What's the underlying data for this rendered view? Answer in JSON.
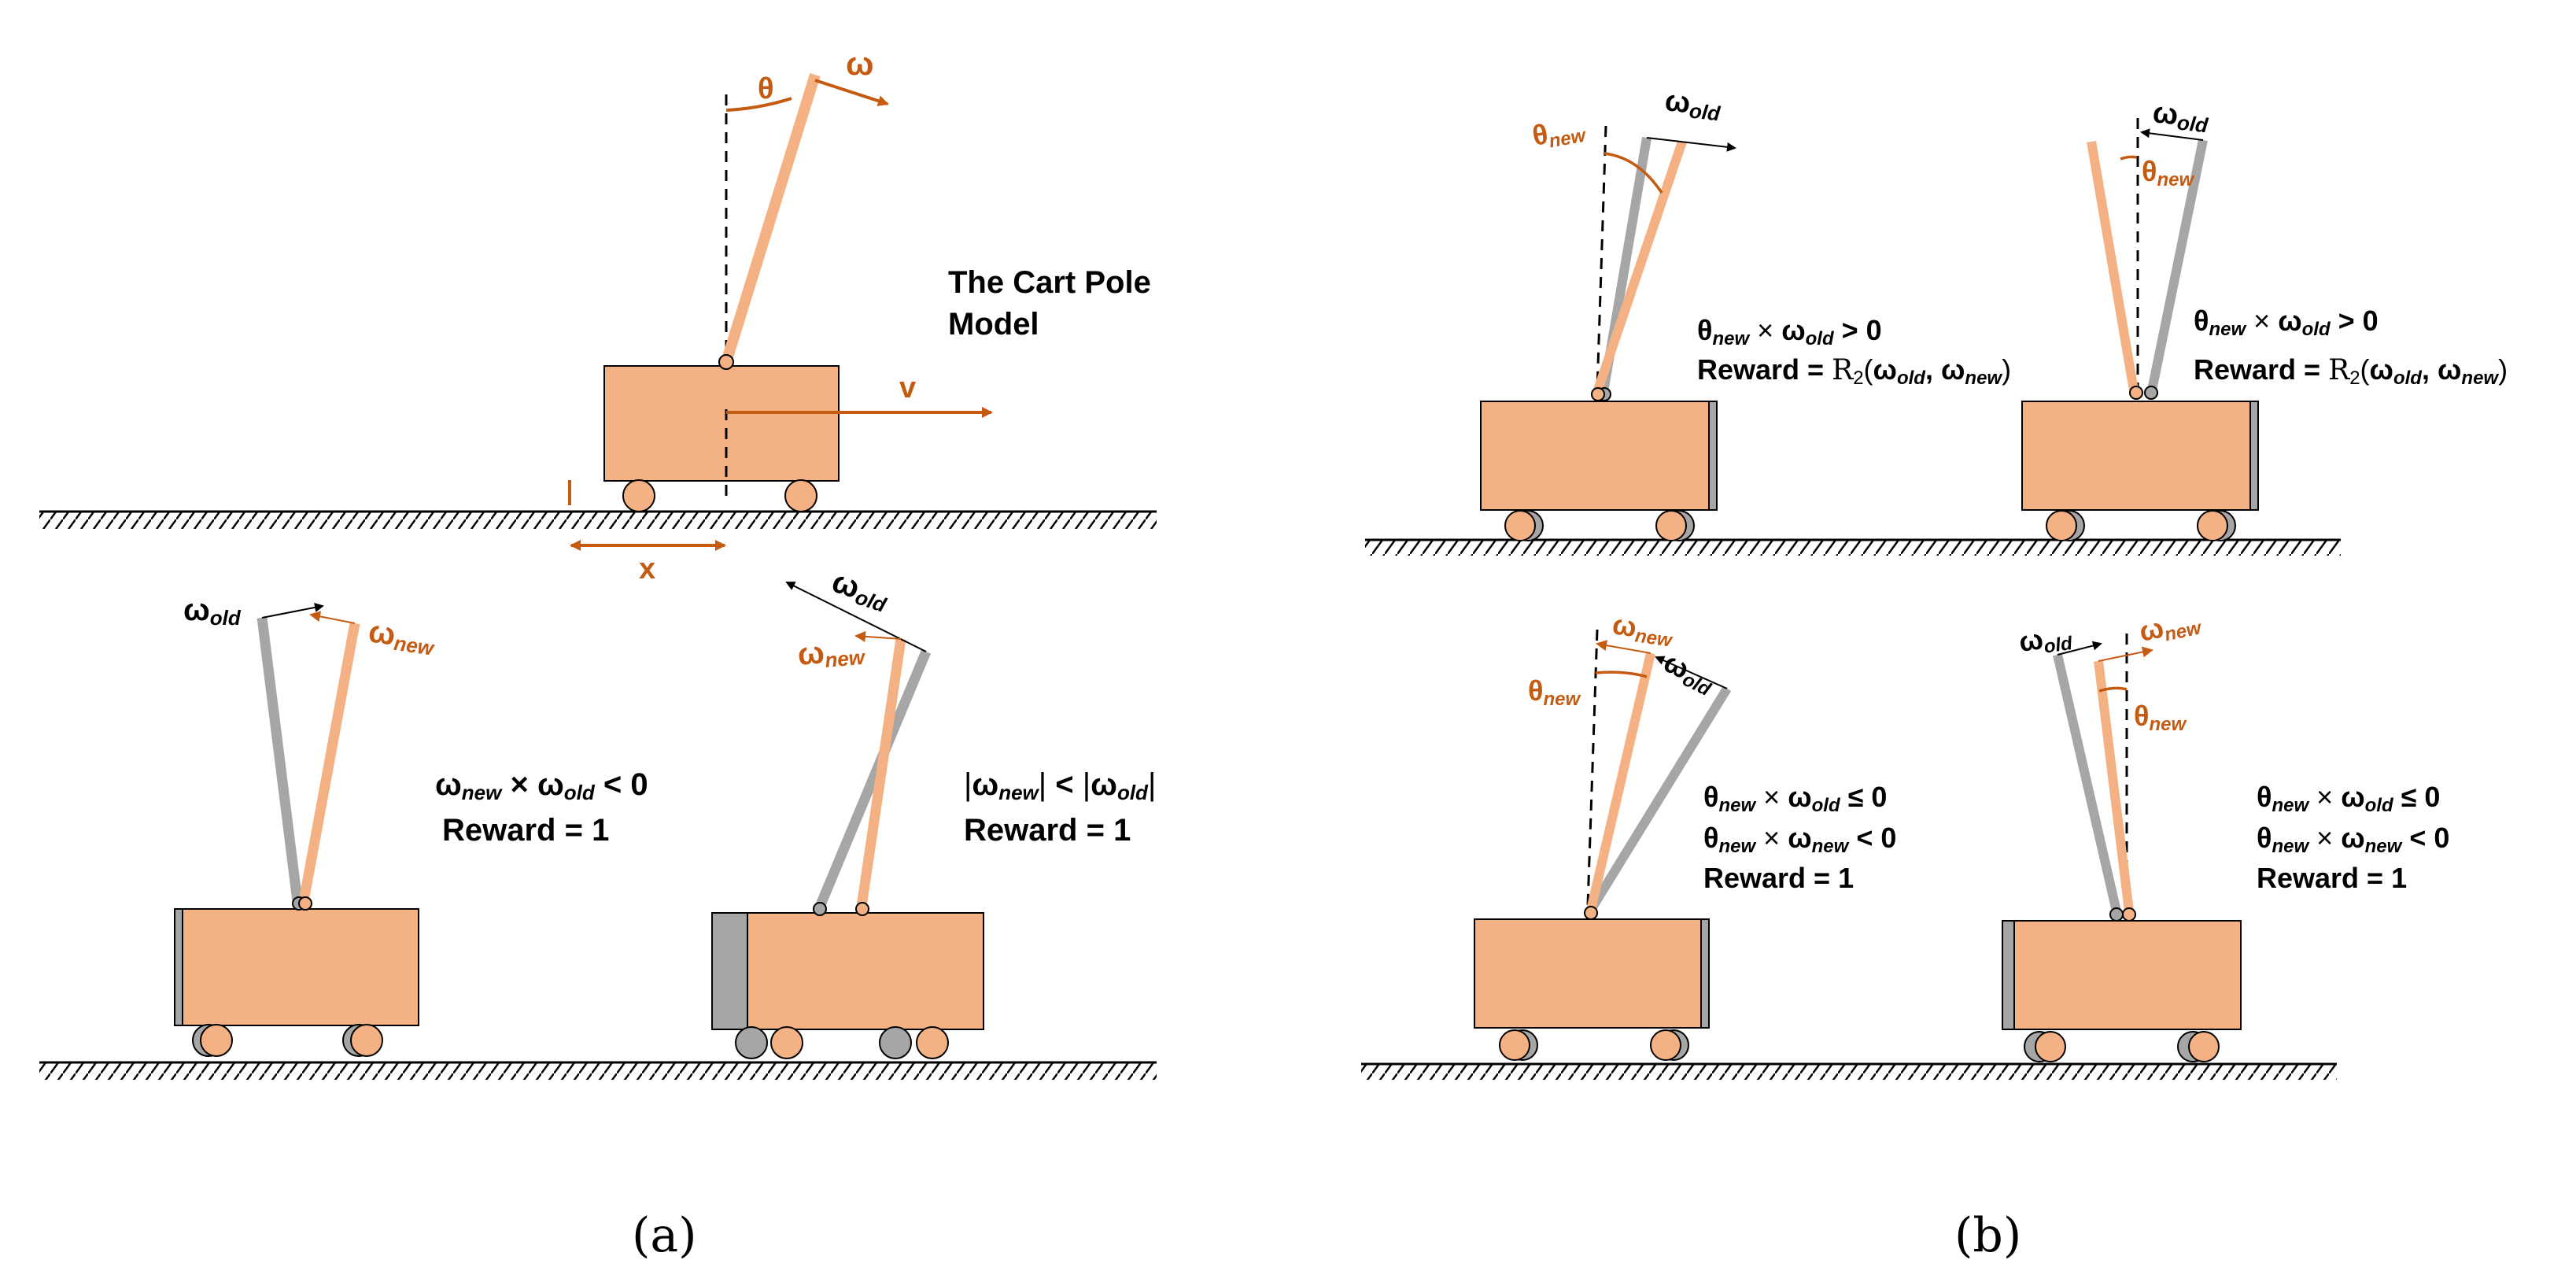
{
  "colors": {
    "cart": "#f4b183",
    "pole_new": "#f4b183",
    "pole_old": "#a6a6a6",
    "accent": "#c55a11",
    "ink": "#000000",
    "ghost": "#a6a6a6"
  },
  "panel_a": {
    "title_line1": "The Cart Pole",
    "title_line2": "Model",
    "theta": "θ",
    "omega": "ω",
    "v": "v",
    "x": "x",
    "s1": {
      "omega_old": "ω",
      "old_sub": "old",
      "omega_new": "ω",
      "new_sub": "new",
      "cond": {
        "a": "ω",
        "a_sub": "new",
        "op": "×",
        "b": "ω",
        "b_sub": "old",
        "rel": "< 0"
      },
      "reward": "Reward = 1"
    },
    "s2": {
      "omega_old": "ω",
      "old_sub": "old",
      "omega_new": "ω",
      "new_sub": "new",
      "cond": {
        "bar": "|",
        "a": "ω",
        "a_sub": "new",
        "rel": "<",
        "b": "ω",
        "b_sub": "old"
      },
      "reward": "Reward = 1"
    },
    "caption": "(a)"
  },
  "panel_b": {
    "s1": {
      "theta_new": "θ",
      "theta_sub": "new",
      "omega_old": "ω",
      "old_sub": "old",
      "cond": {
        "a": "θ",
        "a_sub": "new",
        "op": "×",
        "b": "ω",
        "b_sub": "old",
        "rel": "> 0"
      },
      "reward_prefix": "Reward = ",
      "r2": "R",
      "r2_sub": "2",
      "args_open": "(",
      "arg1": "ω",
      "arg1_sub": "old",
      "comma": ", ",
      "arg2": "ω",
      "arg2_sub": "new",
      "args_close": ")"
    },
    "s2": {
      "theta_new": "θ",
      "theta_sub": "new",
      "omega_old": "ω",
      "old_sub": "old",
      "cond": {
        "a": "θ",
        "a_sub": "new",
        "op": "×",
        "b": "ω",
        "b_sub": "old",
        "rel": "> 0"
      },
      "reward_prefix": "Reward = ",
      "r2": "R",
      "r2_sub": "2",
      "args_open": "(",
      "arg1": "ω",
      "arg1_sub": "old",
      "comma": ", ",
      "arg2": "ω",
      "arg2_sub": "new",
      "args_close": ")"
    },
    "s3": {
      "theta_new": "θ",
      "theta_sub": "new",
      "omega_old": "ω",
      "old_sub": "old",
      "omega_new": "ω",
      "new_sub": "new",
      "cond1": {
        "a": "θ",
        "a_sub": "new",
        "op": "×",
        "b": "ω",
        "b_sub": "old",
        "rel": "≤  0"
      },
      "cond2": {
        "a": "θ",
        "a_sub": "new",
        "op": "×",
        "b": "ω",
        "b_sub": "new",
        "rel": "< 0"
      },
      "reward": "Reward = 1"
    },
    "s4": {
      "theta_new": "θ",
      "theta_sub": "new",
      "omega_old": "ω",
      "old_sub": "old",
      "omega_new": "ω",
      "new_sub": "new",
      "cond1": {
        "a": "θ",
        "a_sub": "new",
        "op": "×",
        "b": "ω",
        "b_sub": "old",
        "rel": "≤  0"
      },
      "cond2": {
        "a": "θ",
        "a_sub": "new",
        "op": "×",
        "b": "ω",
        "b_sub": "new",
        "rel": "< 0"
      },
      "reward": "Reward = 1"
    },
    "caption": "(b)"
  }
}
